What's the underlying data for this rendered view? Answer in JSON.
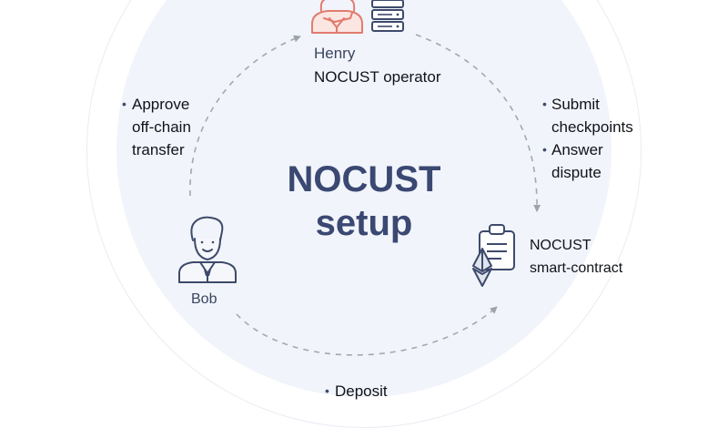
{
  "diagram": {
    "title_line1": "NOCUST",
    "title_line2": "setup",
    "colors": {
      "accent": "#3a4872",
      "operator": "#e17b6e",
      "icon": "#3d4a6b",
      "arrow": "#9ea3ab"
    },
    "operator": {
      "name": "Henry",
      "role": "NOCUST operator",
      "icons": [
        "person-icon",
        "server-icon"
      ]
    },
    "user": {
      "name": "Bob",
      "icons": [
        "person-icon"
      ]
    },
    "contract": {
      "line1": "NOCUST",
      "line2": "smart-contract",
      "icons": [
        "clipboard-icon",
        "ethereum-icon"
      ]
    },
    "left_actions": {
      "line1": "Approve",
      "line2": "off-chain",
      "line3": "transfer"
    },
    "right_actions": [
      {
        "line1": "Submit",
        "line2": "checkpoints"
      },
      {
        "line1": "Answer",
        "line2": "dispute"
      }
    ],
    "bottom_actions": {
      "line1": "Deposit"
    }
  }
}
